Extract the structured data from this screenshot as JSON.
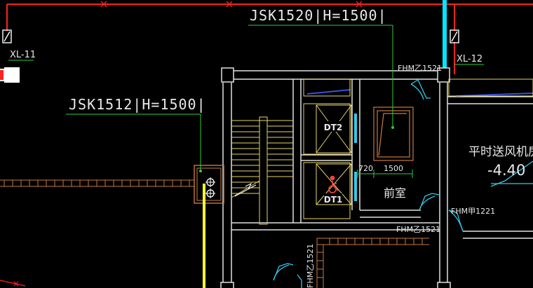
{
  "labels": {
    "pipe_top_right": "JSK1520|H=1500|",
    "pipe_left": "JSK1512|H=1500|",
    "riser_left": "XL-11",
    "riser_right": "XL-12",
    "elevator_2": "DT2",
    "elevator_1": "DT1",
    "dim_small": "720",
    "dim_large": "1500",
    "room_anteroom": "前室",
    "room_fan": "平时送风机房",
    "room_fan_level": "-4.40",
    "door_top": "FHM乙1521",
    "door_mid": "FHM乙1521",
    "door_bottom": "FHM乙1521",
    "door_right": "FHM甲1221"
  },
  "colors": {
    "wall": "#E0E0E0",
    "pipe_red": "#FF2020",
    "pipe_cyan": "#00E5FF",
    "pipe_yellow": "#FFFF33",
    "stair": "#E6D46A",
    "elevator_frame": "#E6D46A",
    "duct_brown": "#C87A3C",
    "leader_green": "#2ECC40",
    "door_cyan": "#33C8E8",
    "window_blue": "#3A4FD9"
  }
}
